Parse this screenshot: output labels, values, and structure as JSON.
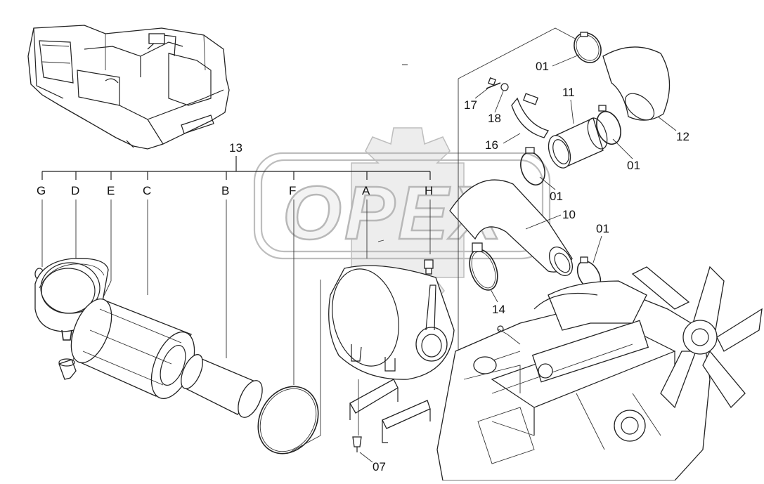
{
  "watermark": {
    "text": "OPEX"
  },
  "assembly_label": "13",
  "sub_letters": [
    "G",
    "D",
    "E",
    "C",
    "B",
    "F",
    "A",
    "H"
  ],
  "part_labels": {
    "p01a": "01",
    "p01b": "01",
    "p01c": "01",
    "p01d": "01",
    "p07": "07",
    "p10": "10",
    "p11": "11",
    "p12": "12",
    "p14": "14",
    "p16": "16",
    "p17": "17",
    "p18": "18"
  }
}
